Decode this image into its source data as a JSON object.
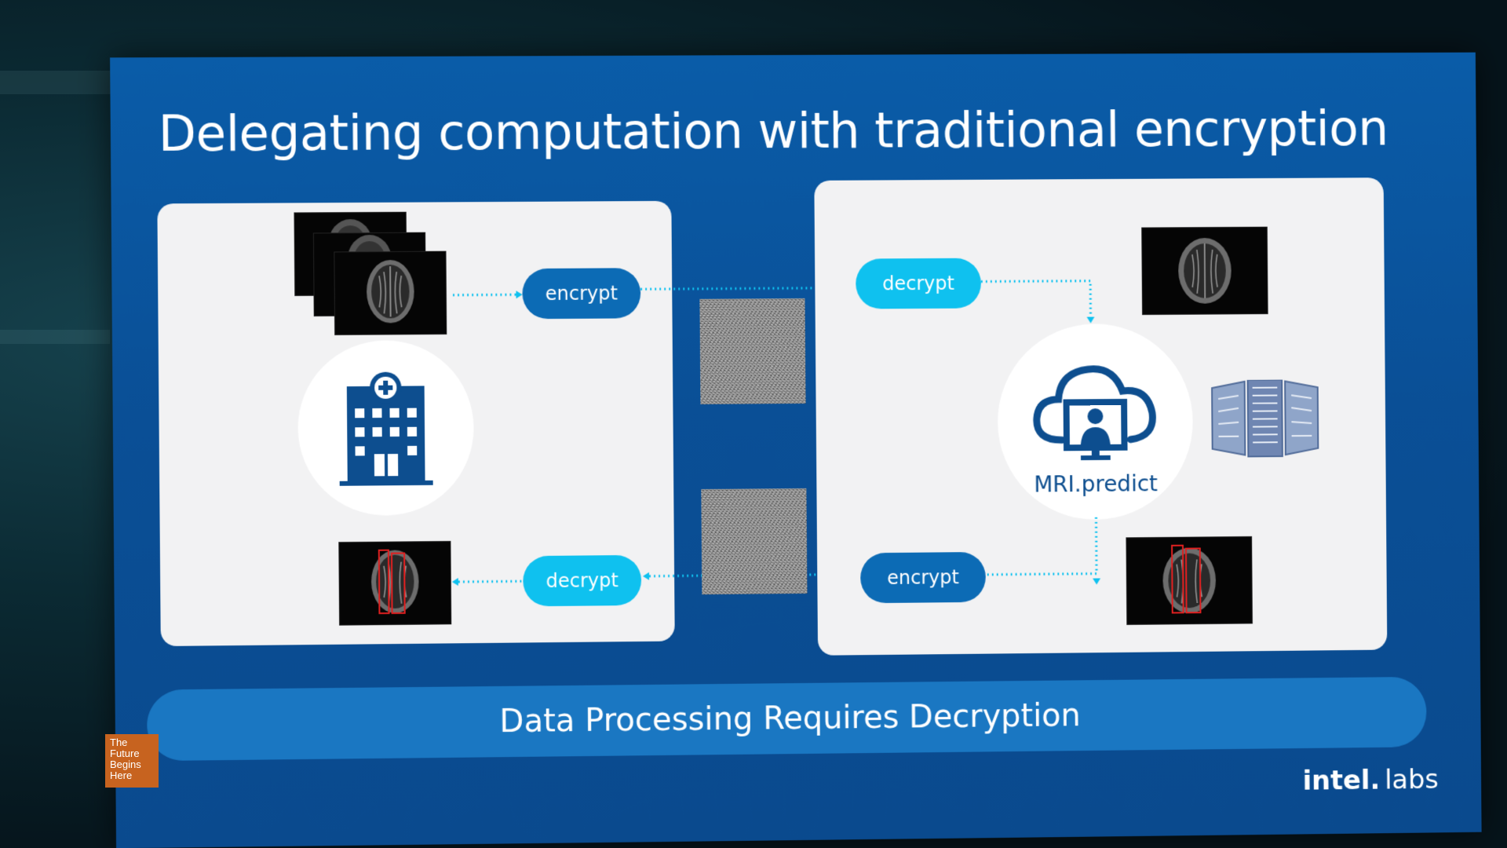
{
  "slide": {
    "title": "Delegating computation with traditional encryption",
    "left_panel": {
      "encrypt_label": "encrypt",
      "decrypt_label": "decrypt"
    },
    "right_panel": {
      "decrypt_label": "decrypt",
      "encrypt_label": "encrypt",
      "service_label": "MRI.predict"
    },
    "banner": "Data Processing Requires Decryption",
    "logo": {
      "brand": "intel.",
      "sub": "labs"
    },
    "tag_lines": [
      "The",
      "Future",
      "Begins",
      "Here"
    ]
  },
  "colors": {
    "slide_bg": "#0a5ca8",
    "pill_dark": "#0c6bb5",
    "pill_light": "#0fc1ef",
    "icon_navy": "#0d4e8f",
    "banner": "#1a77c2"
  }
}
